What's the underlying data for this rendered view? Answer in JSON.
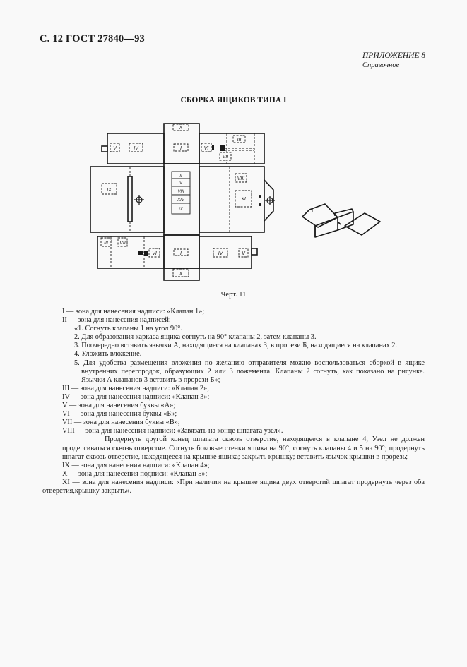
{
  "header": {
    "page_ref": "С. 12 ГОСТ 27840—93"
  },
  "appendix": {
    "label": "ПРИЛОЖЕНИЕ 8",
    "type": "Справочное"
  },
  "section_title": "СБОРКА ЯЩИКОВ ТИПА I",
  "figure": {
    "caption": "Черт. 11",
    "zone_labels": {
      "top_row": [
        "V",
        "IV",
        "X",
        "I",
        "VI",
        "III",
        "VII"
      ],
      "middle_row": [
        "IX",
        "II",
        "V",
        "VIII",
        "XIV",
        "IX",
        "VIII",
        "XI"
      ],
      "bottom_row": [
        "III",
        "VII",
        "VI",
        "I",
        "X",
        "IV",
        "V"
      ]
    }
  },
  "legend": {
    "I": "I — зона для нанесения надписи: «Клапан 1»;",
    "II": "II — зона для нанесения надписей:",
    "II_steps": [
      "«1. Согнуть клапаны 1 на угол 90°.",
      "2. Для образования каркаса ящика согнуть на 90° клапаны 2, затем клапаны 3.",
      "3. Поочередно вставить язычки А, находящиеся на клапанах 3, в прорези Б, находящиеся на клапанах 2.",
      "4. Уложить вложение.",
      "5. Для удобства размещения вложения по желанию отправителя можно воспользоваться сборкой в ящике внутренних перегородок, образующих 2 или 3 ложемента. Клапаны 2 согнуть, как показано на рисунке. Язычки А клапанов 3 вставить в прорези Б»;"
    ],
    "III": "III — зона для нанесения надписи: «Клапан 2»;",
    "IV": "IV — зона для нанесения надписи: «Клапан 3»;",
    "V": "V — зона для нанесения буквы «А»;",
    "VI": "VI — зона для нанесения буквы «Б»;",
    "VII": "VII — зона для нанесения буквы «В»;",
    "VIII": "VIII — зона для нанесения надписи: «Завязать на конце шпагата узел».",
    "VIII_detail": "Продернуть другой конец шпагата сквозь отверстие, находящееся в клапане 4, Узел не должен продергиваться сквозь отверстие. Согнуть боковые стенки ящика на 90°, согнуть клапаны 4 и 5 на 90°; продернуть шпагат сквозь отверстие, находящееся на крышке ящика; закрыть крышку; вставить язычок крышки в прорезь;",
    "IX": "IX — зона для нанесения надписи: «Клапан 4»;",
    "X": "X — зона для нанесения подписи: «Клапан 5»;",
    "XI": "XI — зона для нанесения надписи: «При наличии на крышке ящика двух отверстий шпагат продернуть через оба отверстия,крышку закрыть»."
  }
}
